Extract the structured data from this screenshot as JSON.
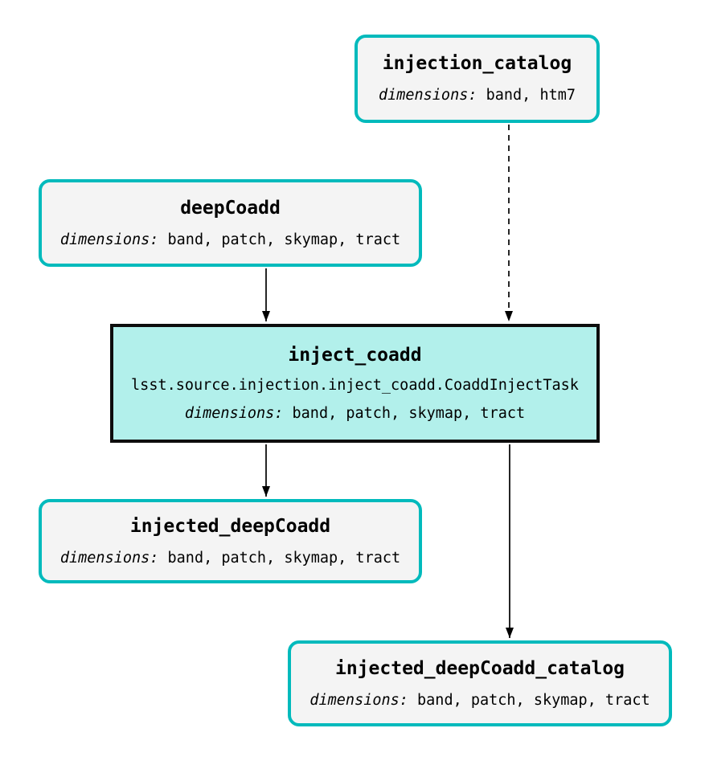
{
  "diagram": {
    "colors": {
      "dataset_border": "#00BABC",
      "dataset_fill": "#F4F4F4",
      "task_border": "#0d0d0d",
      "task_fill": "#B2F0EB",
      "edge": "#000000",
      "text": "#000000",
      "background": "#ffffff"
    },
    "nodes": [
      {
        "id": "injection_catalog",
        "kind": "dataset",
        "title": "injection_catalog",
        "dimensions_label": "dimensions:",
        "dimensions": "band, htm7"
      },
      {
        "id": "deepCoadd",
        "kind": "dataset",
        "title": "deepCoadd",
        "dimensions_label": "dimensions:",
        "dimensions": "band, patch, skymap, tract"
      },
      {
        "id": "inject_coadd",
        "kind": "task",
        "title": "inject_coadd",
        "task_class": "lsst.source.injection.inject_coadd.CoaddInjectTask",
        "dimensions_label": "dimensions:",
        "dimensions": "band, patch, skymap, tract"
      },
      {
        "id": "injected_deepCoadd",
        "kind": "dataset",
        "title": "injected_deepCoadd",
        "dimensions_label": "dimensions:",
        "dimensions": "band, patch, skymap, tract"
      },
      {
        "id": "injected_deepCoadd_catalog",
        "kind": "dataset",
        "title": "injected_deepCoadd_catalog",
        "dimensions_label": "dimensions:",
        "dimensions": "band, patch, skymap, tract"
      }
    ],
    "edges": [
      {
        "from": "deepCoadd",
        "to": "inject_coadd",
        "style": "solid"
      },
      {
        "from": "injection_catalog",
        "to": "inject_coadd",
        "style": "dashed"
      },
      {
        "from": "inject_coadd",
        "to": "injected_deepCoadd",
        "style": "solid"
      },
      {
        "from": "inject_coadd",
        "to": "injected_deepCoadd_catalog",
        "style": "solid"
      }
    ]
  }
}
